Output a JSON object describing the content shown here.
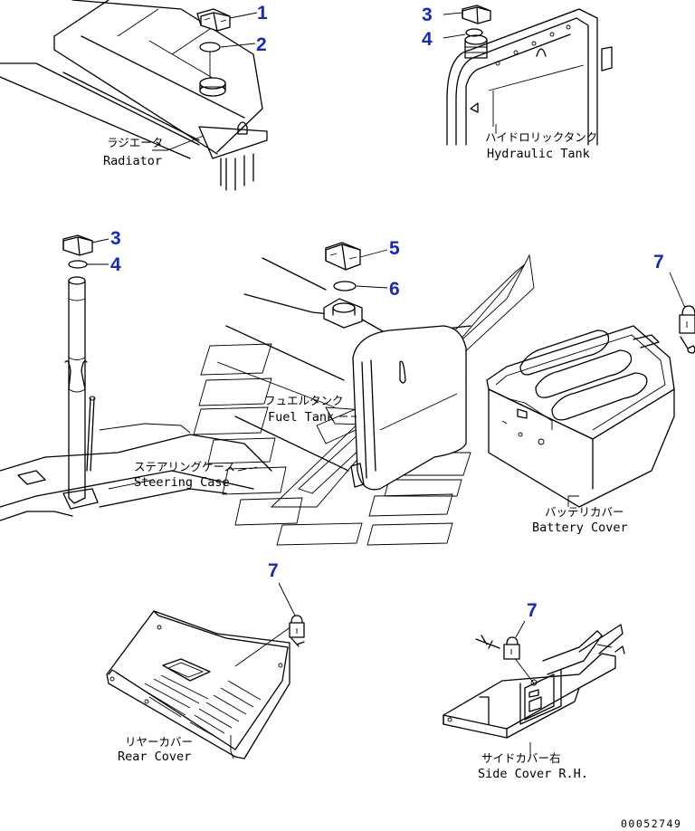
{
  "callouts": [
    {
      "id": "c1a",
      "number": "1"
    },
    {
      "id": "c2a",
      "number": "2"
    },
    {
      "id": "c3a",
      "number": "3"
    },
    {
      "id": "c4a",
      "number": "4"
    },
    {
      "id": "c3b",
      "number": "3"
    },
    {
      "id": "c4b",
      "number": "4"
    },
    {
      "id": "c5a",
      "number": "5"
    },
    {
      "id": "c6a",
      "number": "6"
    },
    {
      "id": "c7a",
      "number": "7"
    },
    {
      "id": "c7b",
      "number": "7"
    },
    {
      "id": "c7c",
      "number": "7"
    }
  ],
  "labels": {
    "radiator": {
      "jp": "ラジエータ",
      "en": "Radiator"
    },
    "hydraulic_tank": {
      "jp": "ハイドロリックタンク",
      "en": "Hydraulic Tank"
    },
    "fuel_tank": {
      "jp": "フュエルタンク",
      "en": "Fuel Tank"
    },
    "steering_case": {
      "jp": "ステアリングケース",
      "en": "Steering Case"
    },
    "battery_cover": {
      "jp": "バッテリカバー",
      "en": "Battery Cover"
    },
    "rear_cover": {
      "jp": "リヤーカバー",
      "en": "Rear Cover"
    },
    "side_cover_rh": {
      "jp": "サイドカバー右",
      "en": "Side Cover R.H."
    }
  },
  "document_number": "00052749",
  "colors": {
    "callout": "#1428c8",
    "line": "#000000",
    "background": "#ffffff"
  }
}
